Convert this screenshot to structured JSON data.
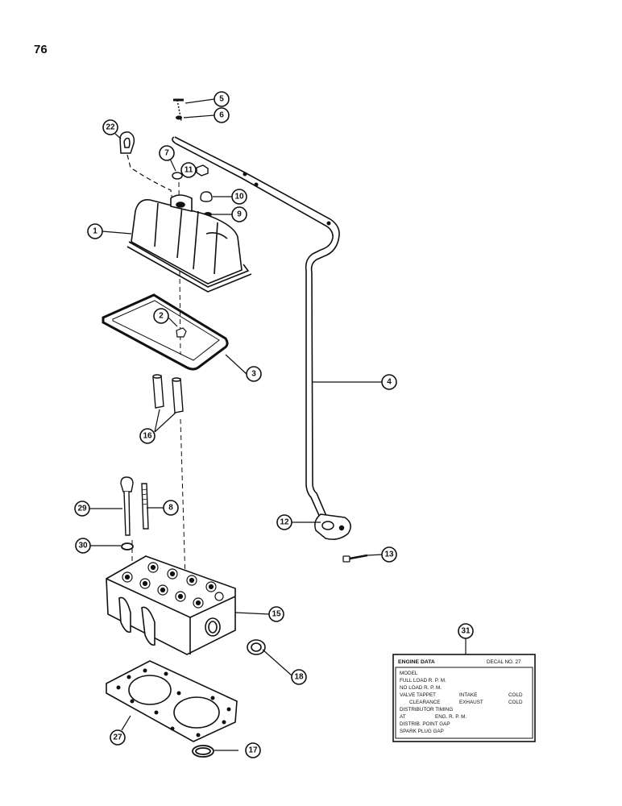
{
  "page_number": "76",
  "callouts": [
    "1",
    "2",
    "3",
    "4",
    "5",
    "6",
    "7",
    "8",
    "9",
    "10",
    "11",
    "12",
    "13",
    "15",
    "16",
    "17",
    "18",
    "22",
    "27",
    "29",
    "30",
    "31"
  ],
  "decal": {
    "title": "ENGINE DATA",
    "part_no": "DECAL NO. 27",
    "lines": [
      "MODEL",
      "FULL LOAD R. P. M.",
      "NO LOAD R. P. M.",
      "VALVE TAPPET",
      "CLEARANCE",
      "DISTRIBUTOR TIMING",
      "AT",
      "DISTRIB. POINT GAP",
      "SPARK PLUG GAP"
    ],
    "intake": "INTAKE",
    "exhaust": "EXHAUST",
    "cold1": "COLD",
    "cold2": "COLD",
    "eng_rpm": "ENG. R. P. M."
  }
}
